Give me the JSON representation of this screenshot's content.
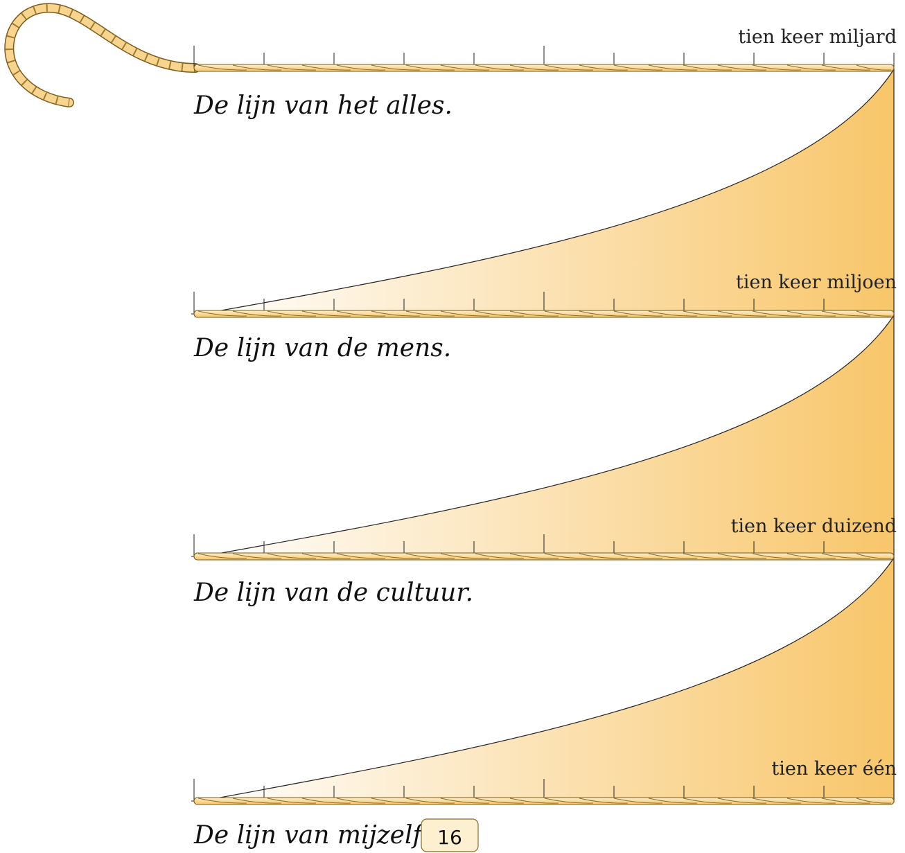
{
  "colors": {
    "rope_light": "#fdf0d0",
    "rope_dark": "#f6c463",
    "wedge_dark": "#f8c66a",
    "wedge_light": "#ffffff"
  },
  "lines": [
    {
      "scale_label": "tien keer miljard",
      "caption": "De lijn van het alles.",
      "tick_count": 11
    },
    {
      "scale_label": "tien keer miljoen",
      "caption": "De lijn van de mens.",
      "tick_count": 11
    },
    {
      "scale_label": "tien keer duizend",
      "caption": "De lijn van de cultuur.",
      "tick_count": 11
    },
    {
      "scale_label": "tien keer één",
      "caption": "De lijn van mijzelf.",
      "tick_count": 11
    }
  ],
  "page_number": "16"
}
